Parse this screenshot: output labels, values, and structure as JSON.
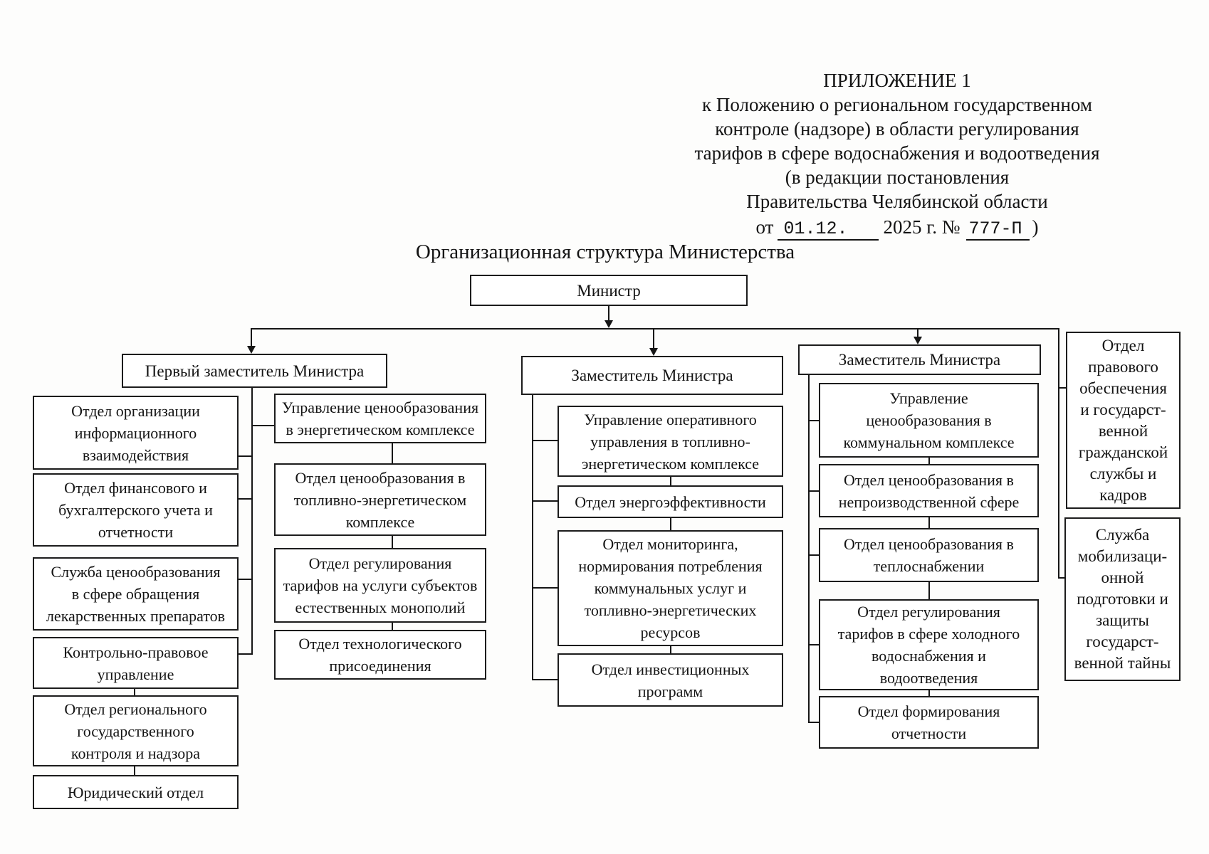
{
  "document": {
    "appendix_lines": [
      "ПРИЛОЖЕНИЕ 1",
      "к Положению о региональном государственном",
      "контроле (надзоре) в области регулирования",
      "тарифов в сфере водоснабжения и водоотведения",
      "(в редакции постановления",
      "Правительства Челябинской области"
    ],
    "date_line": {
      "prefix": "от",
      "date_value": "01.12.",
      "middle": "2025 г. №",
      "doc_number": "777-П",
      "suffix": ")"
    },
    "title": "Организационная структура Министерства"
  },
  "org": {
    "minister": "Министр",
    "first_deputy": {
      "label": "Первый заместитель Министра",
      "column_a": [
        "Отдел организации\nинформационного\nвзаимодействия",
        "Отдел финансового и\nбухгалтерского учета и\nотчетности",
        "Служба ценообразования\nв сфере обращения\nлекарственных препаратов",
        "Контрольно-правовое\nуправление",
        "Отдел регионального\nгосударственного\nконтроля и надзора",
        "Юридический отдел"
      ],
      "column_b": [
        "Управление ценообразования\nв энергетическом комплексе",
        "Отдел ценообразования в\nтопливно-энергетическом\nкомплексе",
        "Отдел регулирования\nтарифов на услуги субъектов\nестественных монополий",
        "Отдел технологического\nприсоединения"
      ]
    },
    "deputy_fuel_energy": {
      "label": "Заместитель Министра",
      "units": [
        "Управление оперативного\nуправления в топливно-\nэнергетическом комплексе",
        "Отдел энергоэффективности",
        "Отдел мониторинга,\nнормирования потребления\nкоммунальных услуг и\nтопливно-энергетических\nресурсов",
        "Отдел инвестиционных\nпрограмм"
      ]
    },
    "deputy_communal": {
      "label": "Заместитель Министра",
      "units": [
        "Управление\nценообразования в\nкоммунальном комплексе",
        "Отдел ценообразования в\nнепроизводственной сфере",
        "Отдел ценообразования в\nтеплоснабжении",
        "Отдел регулирования\nтарифов в сфере холодного\nводоснабжения и\nводоотведения",
        "Отдел формирования\nотчетности"
      ]
    },
    "standalone_units": [
      "Отдел\nправового\nобеспечения\nи государст-\nвенной\nгражданской\nслужбы и\nкадров",
      "Служба\nмобилизаци-\nонной\nподготовки и\nзащиты\nгосударст-\nвенной тайны"
    ]
  }
}
